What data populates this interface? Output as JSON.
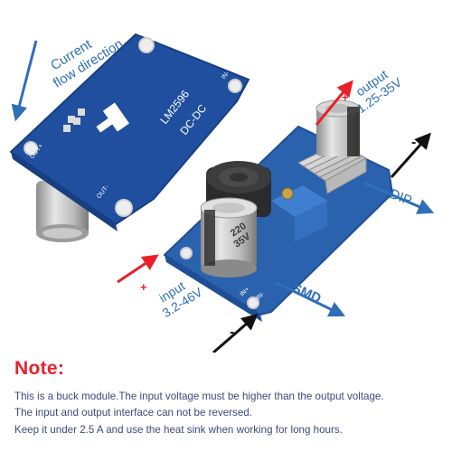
{
  "colors": {
    "board_back": "#1f4f9e",
    "board_front": "#2a62ae",
    "arrow_blue": "#2f6fb7",
    "arrow_red": "#e8202a",
    "note_red": "#e8202a",
    "body_text": "#3a4a78"
  },
  "board_back": {
    "ic_text": "LM2596",
    "mode_text": "DC-DC",
    "pin_out_plus": "OUT+",
    "pin_out_minus": "OUT-",
    "pin_in_minus": "IN-"
  },
  "board_front": {
    "pin_in_plus": "IN+",
    "pin_in_minus": "IN-",
    "cap_value": "220",
    "cap_voltage": "35V"
  },
  "labels": {
    "current_flow": [
      "Current",
      "flow direction"
    ],
    "output_title": "output",
    "output_range": "1.25-35V",
    "input_title": "input",
    "input_range": "3.2-46V",
    "dip": "DIP",
    "smd": "SMD",
    "plus": "+",
    "minus": "-"
  },
  "note": {
    "title": "Note:",
    "lines": [
      "This is a buck module.The input voltage must be higher than the output voltage.",
      "The input and output interface can not be reversed.",
      "Keep it under 2.5 A and use the heat sink when working for long hours."
    ]
  }
}
